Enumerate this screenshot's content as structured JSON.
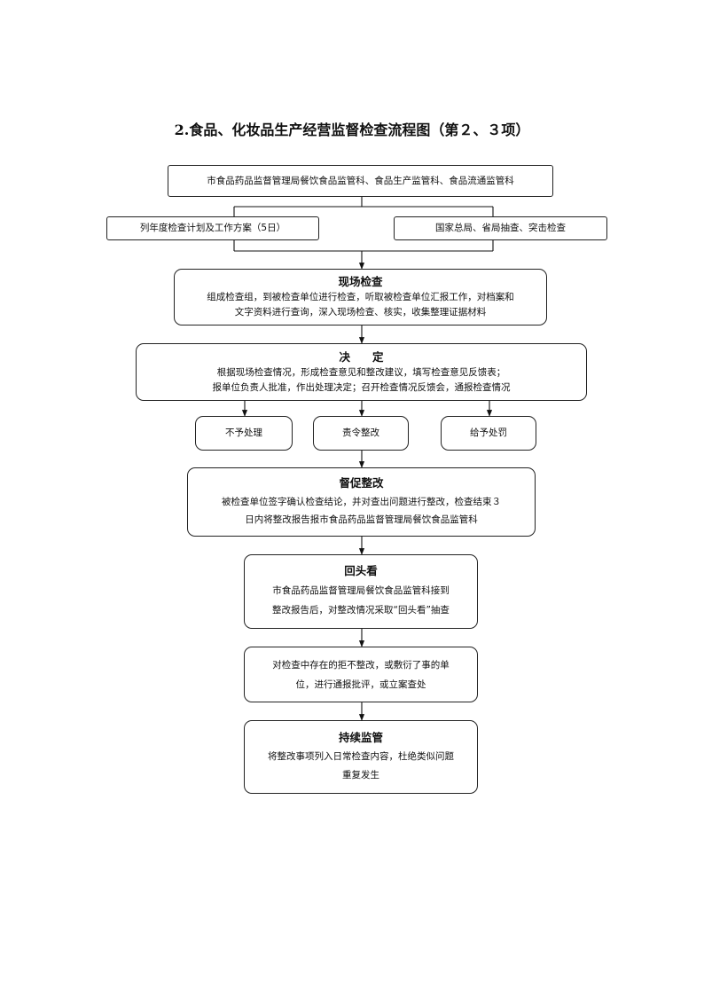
{
  "title": "2.食品、化妆品生产经营监督检查流程图（第２、３项）",
  "top_box": "市食品药品监督管理局餐饮食品监管科、食品生产监管科、食品流通监管科",
  "left_source": "列年度检查计划及工作方案（5日）",
  "right_source": "国家总局、省局抽查、突击检查",
  "onsite": {
    "heading": "现场检查",
    "lines": [
      "组成检查组，到被检查单位进行检查，听取被检查单位汇报工作，对档案和",
      "文字资料进行查询，深入现场检查、核实，收集整理证据材料"
    ]
  },
  "decision": {
    "heading": "决　　定",
    "lines": [
      "根据现场检查情况，形成检查意见和整改建议，填写检查意见反馈表；",
      "报单位负责人批准，作出处理决定；召开检查情况反馈会，通报检查情况"
    ]
  },
  "outcomes": [
    "不予处理",
    "责令整改",
    "给予处罚"
  ],
  "supervise": {
    "heading": "督促整改",
    "lines": [
      "被检查单位签字确认检查结论，并对查出问题进行整改，检查结束３",
      "日内将整改报告报市食品药品监督管理局餐饮食品监管科"
    ]
  },
  "lookback": {
    "heading": "回头看",
    "lines": [
      "市食品药品监督管理局餐饮食品监管科接到",
      "整改报告后，对整改情况采取“回头看”抽查"
    ]
  },
  "refusal": {
    "lines": [
      "对检查中存在的拒不整改，或敷衍了事的单",
      "位，进行通报批评，或立案查处"
    ]
  },
  "ongoing": {
    "heading": "持续监管",
    "lines": [
      "将整改事项列入日常检查内容，杜绝类似问题",
      "重复发生"
    ]
  }
}
